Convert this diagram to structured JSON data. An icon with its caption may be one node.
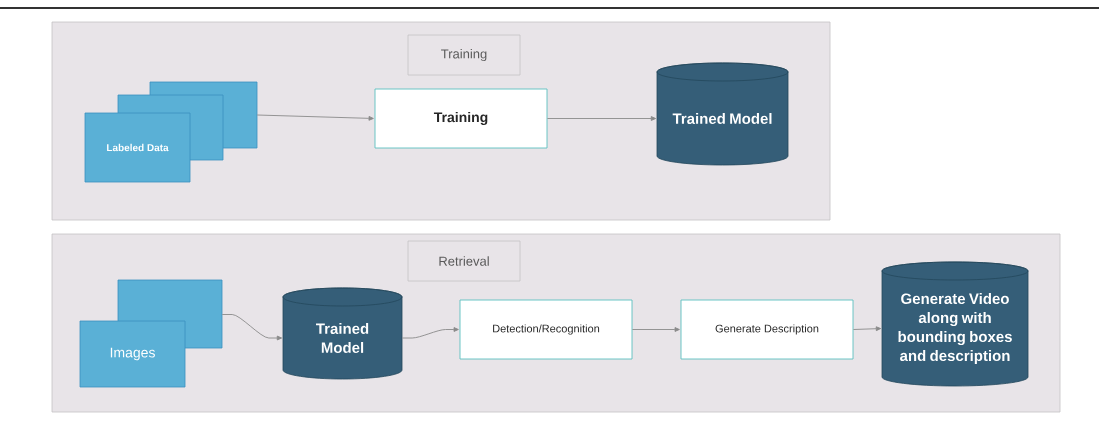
{
  "diagram": {
    "nodes": [
      {
        "text": [],
        "shape": "box"
      },
      {
        "text": [
          "Training"
        ],
        "in": 0
      },
      {
        "text": [
          "Labeled Data"
        ],
        "in": 0
      },
      {
        "text": [
          "Training"
        ],
        "in": 0
      },
      {
        "text": [
          "Trained Model"
        ],
        "in": 0
      },
      {
        "text": [],
        "shape": "box"
      },
      {
        "text": [
          "Retrieval"
        ],
        "in": 5
      },
      {
        "text": [
          "Images"
        ],
        "in": 5
      },
      {
        "text": [
          "Trained Model"
        ],
        "in": 5
      },
      {
        "text": [
          "Detection/Recognition"
        ],
        "in": 5
      },
      {
        "text": [
          "Generate Description"
        ],
        "in": 5
      },
      {
        "text": [
          "Generate Video along with bounding boxes and description"
        ],
        "in": 5
      }
    ],
    "edges": [
      {
        "from": 2,
        "to": 3,
        "arrow": "to"
      },
      {
        "from": 3,
        "to": 4,
        "arrow": "to"
      },
      {
        "from": 7,
        "to": 8,
        "arrow": "to"
      },
      {
        "from": 8,
        "to": 9,
        "arrow": "to"
      },
      {
        "from": 9,
        "to": 10,
        "arrow": "to"
      },
      {
        "from": 10,
        "to": 11,
        "arrow": "to"
      }
    ]
  }
}
